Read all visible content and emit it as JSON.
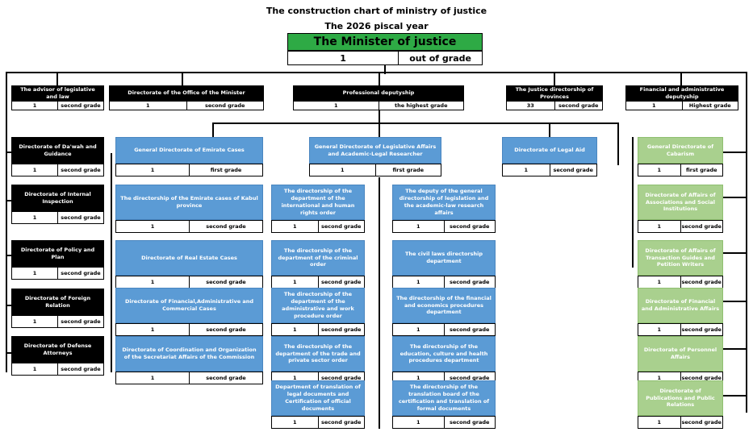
{
  "title": "The construction chart of ministry of justice",
  "subtitle": "The 2026 piscal year",
  "minister": {
    "name": "The Minister of justice",
    "count": "1",
    "grade": "out of grade"
  },
  "top_level": [
    {
      "name": "The advisor of legislative and law",
      "count": "1",
      "grade": "second grade"
    },
    {
      "name": "Directorate of the Office of the Minister",
      "count": "1",
      "grade": "second grade"
    },
    {
      "name": "Professional deputyship",
      "count": "1",
      "grade": "the highest grade"
    },
    {
      "name": "The Justice directorship of Provinces",
      "count": "33",
      "grade": "second grade"
    },
    {
      "name": "Financial and administrative deputyship",
      "count": "1",
      "grade": "Highest grade"
    }
  ],
  "left_column": [
    {
      "name": "Directorate of Da'wah and Guidance",
      "count": "1",
      "grade": "second grade"
    },
    {
      "name": "Directorate of Internal Inspection",
      "count": "1",
      "grade": "second grade"
    },
    {
      "name": "Directorate of Policy and Plan",
      "count": "1",
      "grade": "second grade"
    },
    {
      "name": "Directorate of Foreign Relation",
      "count": "1",
      "grade": "second grade"
    },
    {
      "name": "Directorate of Defense Attorneys",
      "count": "1",
      "grade": "second grade"
    }
  ],
  "emirate_column": [
    {
      "name": "General Directorate of Emirate Cases",
      "count": "1",
      "grade": "first grade"
    },
    {
      "name": "The directorship of the Emirate cases of Kabul province",
      "count": "1",
      "grade": "second grade"
    },
    {
      "name": "Directorate of Real Estate Cases",
      "count": "1",
      "grade": "second grade"
    },
    {
      "name": "Directorate of Financial,Administrative and Commercial Cases",
      "count": "1",
      "grade": "second grade"
    },
    {
      "name": "Directorate of Coordination and Organization of the Secretariat Affairs of the Commission",
      "count": "1",
      "grade": "second grade"
    }
  ],
  "legislative_head": {
    "name": "General Directorate of Legislative Affairs and Academic-Legal Researcher",
    "count": "1",
    "grade": "first grade"
  },
  "legislative_col_a": [
    {
      "name": "The directorship of the department of the international and human rights order",
      "count": "1",
      "grade": "second grade"
    },
    {
      "name": "The directorship of the department of the criminal order",
      "count": "1",
      "grade": "second grade"
    },
    {
      "name": "The directorship of the department of the administrative and work procedure order",
      "count": "1",
      "grade": "second grade"
    },
    {
      "name": "The directorship of the department of the trade and private sector order",
      "count": "1",
      "grade": "second grade"
    },
    {
      "name": "Department of translation of legal documents and Certification of official documents",
      "count": "1",
      "grade": "second grade"
    }
  ],
  "legislative_col_b": [
    {
      "name": "The deputy of the general directorship of legislation and the academic-law research affairs",
      "count": "1",
      "grade": "second grade"
    },
    {
      "name": "The civil laws directorship department",
      "count": "1",
      "grade": "second grade"
    },
    {
      "name": "The directorship of the financial and economics procedures department",
      "count": "1",
      "grade": "second grade"
    },
    {
      "name": "The directorship of the education, culture and health procedures department",
      "count": "1",
      "grade": "second grade"
    },
    {
      "name": "The directorship of the translation board of the certification and translation of formal documents",
      "count": "1",
      "grade": "second grade"
    }
  ],
  "legal_aid": {
    "name": "Directorate of Legal Aid",
    "count": "1",
    "grade": "second grade"
  },
  "right_column": [
    {
      "name": "General Directorate of Cabarism",
      "count": "1",
      "grade": "first grade"
    },
    {
      "name": "Directorate of Affairs of Associations and Social Institutions",
      "count": "1",
      "grade": "second grade"
    },
    {
      "name": "Directorate of Affairs of Transaction Guides and Petition Writers",
      "count": "1",
      "grade": "second grade"
    },
    {
      "name": "Directorate of Financial and Administrative Affairs",
      "count": "1",
      "grade": "second grade"
    },
    {
      "name": "Directorate of Personnel Affairs",
      "count": "1",
      "grade": "second grade"
    },
    {
      "name": "Directorate of Publications and Public Relations",
      "count": "1",
      "grade": "second grade"
    }
  ],
  "colors": {
    "black": "#000000",
    "blue": "#5b9bd5",
    "green": "#a9d08e",
    "minister": "#2eaa45"
  }
}
